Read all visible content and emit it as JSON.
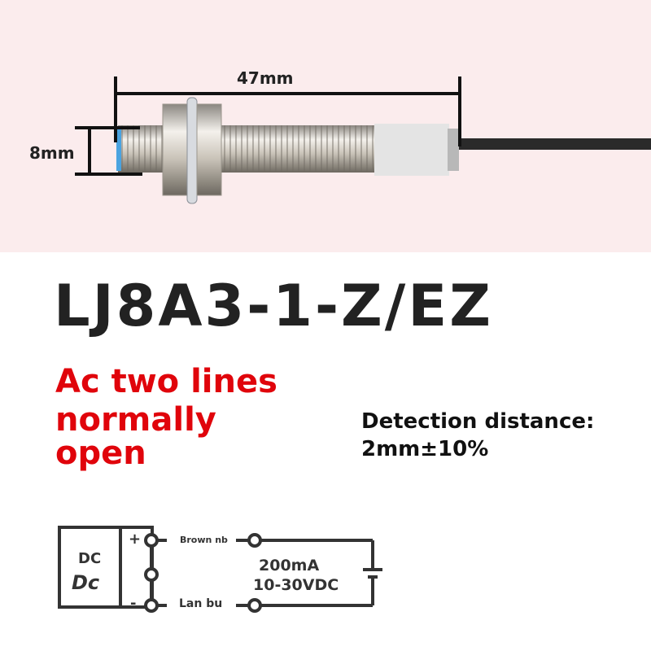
{
  "dimensions": {
    "length": "47mm",
    "diameter": "8mm"
  },
  "model": "LJ8A3-1-Z/EZ",
  "type_lines": [
    "Ac two lines",
    "normally",
    "open"
  ],
  "detection": {
    "label": "Detection distance:",
    "value": "2mm±10%"
  },
  "wiring": {
    "box_label_1": "DC",
    "box_label_2": "Dc",
    "plus": "+",
    "minus": "-",
    "wire_top": "Brown nb",
    "wire_bottom": "Lan bu",
    "current": "200mA",
    "voltage": "10-30VDC"
  },
  "colors": {
    "background_top": "#fbeced",
    "accent_red": "#e0040b"
  }
}
